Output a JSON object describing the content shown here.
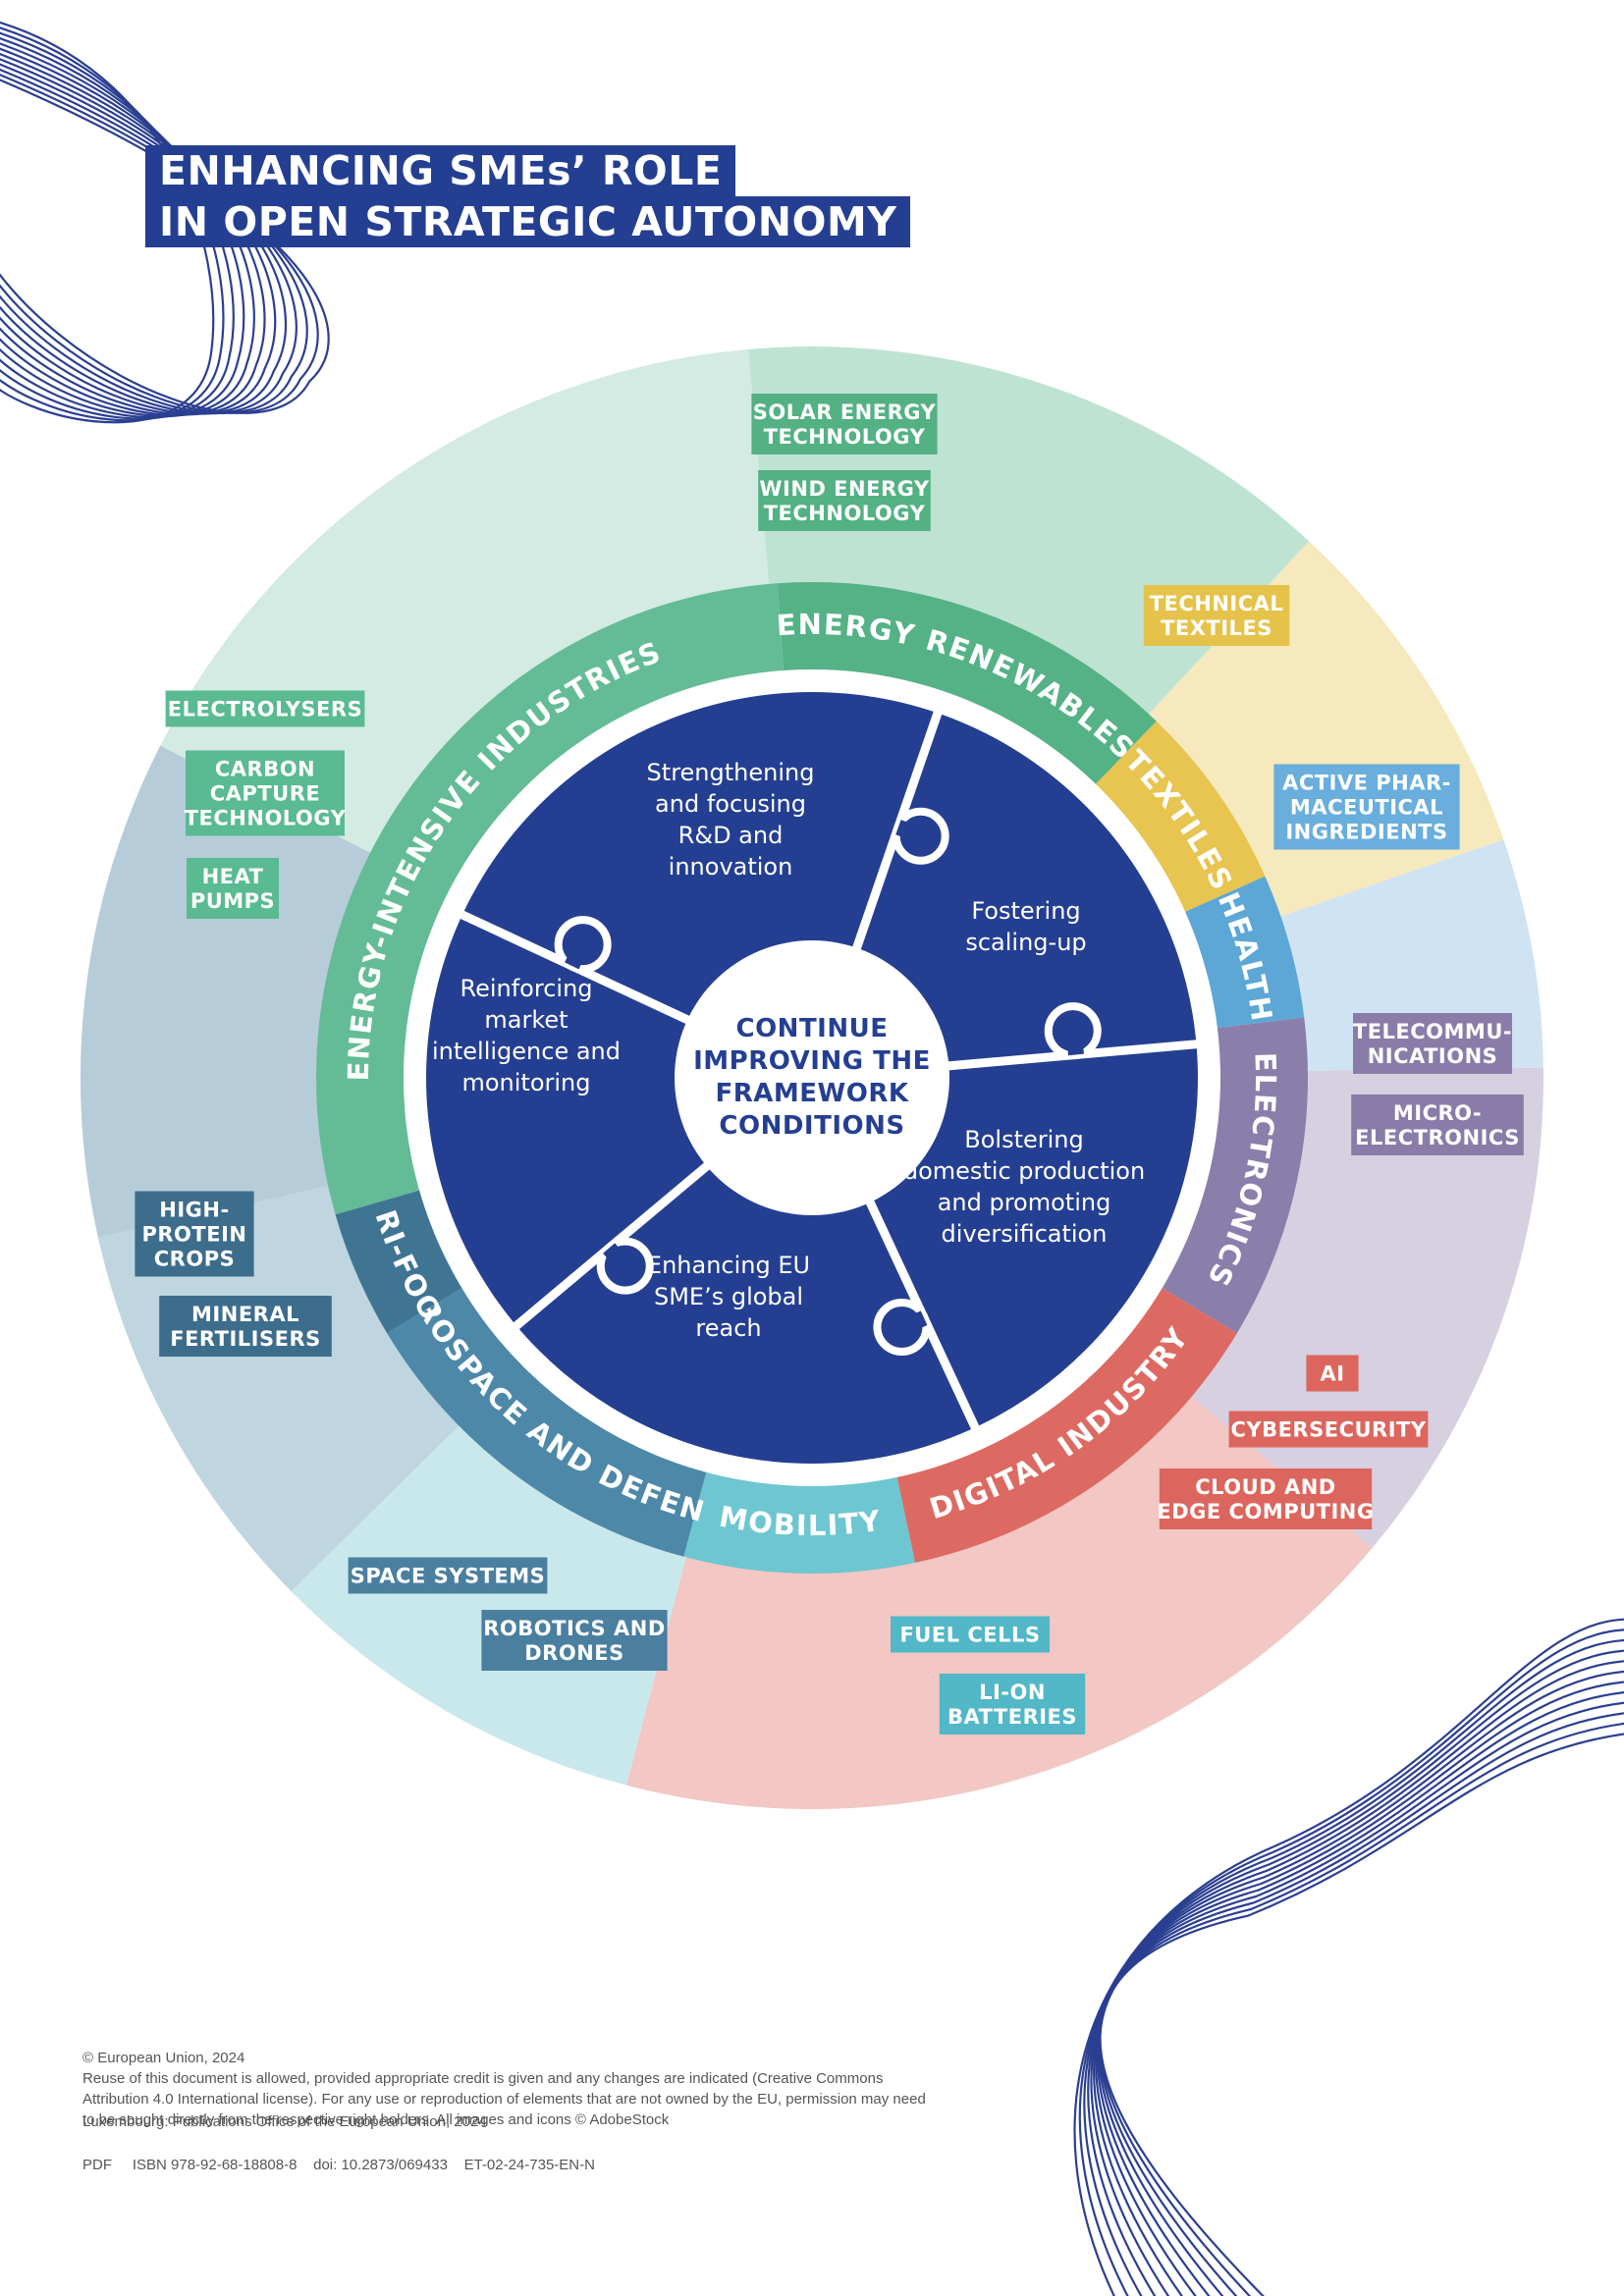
{
  "title": {
    "line1": "ENHANCING SMEs’ ROLE",
    "line2": "IN OPEN STRATEGIC AUTONOMY"
  },
  "center": {
    "lines": [
      "CONTINUE",
      "IMPROVING THE",
      "FRAMEWORK",
      "CONDITIONS"
    ]
  },
  "puzzle": [
    {
      "id": "rd",
      "lines": [
        "Strengthening",
        "and focusing",
        "R&D and",
        "innovation"
      ]
    },
    {
      "id": "scaling",
      "lines": [
        "Fostering",
        "scaling-up"
      ]
    },
    {
      "id": "domestic",
      "lines": [
        "Bolstering",
        "domestic production",
        "and promoting",
        "diversification"
      ]
    },
    {
      "id": "reach",
      "lines": [
        "Enhancing EU",
        "SME’s global",
        "reach"
      ]
    },
    {
      "id": "market",
      "lines": [
        "Reinforcing",
        "market",
        "intelligence and",
        "monitoring"
      ]
    }
  ],
  "sectors": [
    {
      "id": "energy-intensive",
      "label": "ENERGY-INTENSIVE INDUSTRIES",
      "ring_color": "#64bc97",
      "outer_color": "#d3ebe2",
      "tag_color": "#5aba91",
      "tags": [
        [
          "ELECTROLYSERS"
        ],
        [
          "CARBON",
          "CAPTURE",
          "TECHNOLOGY"
        ],
        [
          "HEAT",
          "PUMPS"
        ]
      ]
    },
    {
      "id": "energy-renewables",
      "label": "ENERGY RENEWABLES",
      "ring_color": "#54b286",
      "outer_color": "#bfe3d3",
      "tag_color": "#53b184",
      "tags": [
        [
          "SOLAR ENERGY",
          "TECHNOLOGY"
        ],
        [
          "WIND ENERGY",
          "TECHNOLOGY"
        ]
      ]
    },
    {
      "id": "textiles",
      "label": "TEXTILES",
      "ring_color": "#e8c450",
      "outer_color": "#f5e9bd",
      "tag_color": "#e5c24a",
      "tags": [
        [
          "TECHNICAL",
          "TEXTILES"
        ]
      ]
    },
    {
      "id": "health",
      "label": "HEALTH",
      "ring_color": "#5da7d6",
      "outer_color": "#cfe3f2",
      "tag_color": "#69aedc",
      "tags": [
        [
          "ACTIVE PHAR-",
          "MACEUTICAL",
          "INGREDIENTS"
        ]
      ]
    },
    {
      "id": "electronics",
      "label": "ELECTRONICS",
      "ring_color": "#8a7eaa",
      "outer_color": "#d6d0e0",
      "tag_color": "#8a7ca8",
      "tags": [
        [
          "TELECOMMU-",
          "NICATIONS"
        ],
        [
          "MICRO-",
          "ELECTRONICS"
        ]
      ]
    },
    {
      "id": "digital-industry",
      "label": "DIGITAL INDUSTRY",
      "ring_color": "#dd6a62",
      "outer_color": "#f2c7c4",
      "tag_color": "#dc665e",
      "tags": [
        [
          "AI"
        ],
        [
          "CYBERSECURITY"
        ],
        [
          "CLOUD AND",
          "EDGE COMPUTING"
        ]
      ]
    },
    {
      "id": "mobility",
      "label": "MOBILITY",
      "ring_color": "#6ec6d1",
      "outer_color": "#c9e8ec",
      "tag_color": "#52b7c6",
      "tags": [
        [
          "FUEL CELLS"
        ],
        [
          "LI-ON",
          "BATTERIES"
        ]
      ]
    },
    {
      "id": "aerospace-defence",
      "label": "AEROSPACE AND DEFENCE",
      "ring_color": "#4d88a8",
      "outer_color": "#bfd5e0",
      "tag_color": "#4a7f9f",
      "tags": [
        [
          "SPACE SYSTEMS"
        ],
        [
          "ROBOTICS AND",
          "DRONES"
        ]
      ]
    },
    {
      "id": "agri-food",
      "label": "AGRI-FOOD",
      "ring_color": "#3f7593",
      "outer_color": "#b6ccd9",
      "tag_color": "#3d6d8c",
      "tags": [
        [
          "HIGH-",
          "PROTEIN",
          "CROPS"
        ],
        [
          "MINERAL",
          "FERTILISERS"
        ]
      ]
    }
  ],
  "colors": {
    "navy": "#243f92",
    "wave": "#2b3f91",
    "white": "#ffffff"
  },
  "footer": {
    "copyright": "© European Union, 2024",
    "license": "Reuse of this document is allowed, provided appropriate credit is given and any changes are indicated (Creative Commons Attribution 4.0 International license). For any use or reproduction of elements that are not owned by the EU, permission may need to be sought directly from the respective right holders. All images and icons © AdobeStock",
    "publisher": "Luxembourg: Publications Office of the European Union, 2024",
    "ids": "PDF     ISBN 978-92-68-18808-8    doi: 10.2873/069433    ET-02-24-735-EN-N"
  }
}
